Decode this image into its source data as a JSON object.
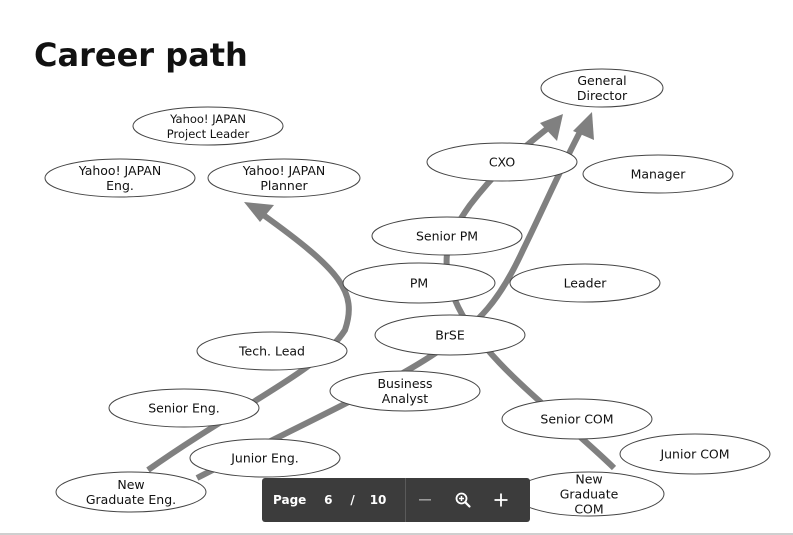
{
  "slide": {
    "title": "Career path"
  },
  "nodes": {
    "general_director": "General|Director",
    "yahoo_project_leader": "Yahoo! JAPAN|Project Leader",
    "yahoo_eng": "Yahoo! JAPAN|Eng.",
    "yahoo_planner": "Yahoo! JAPAN|Planner",
    "cxo": "CXO",
    "manager": "Manager",
    "senior_pm": "Senior PM",
    "pm": "PM",
    "leader": "Leader",
    "brse": "BrSE",
    "tech_lead": "Tech. Lead",
    "business_analyst": "Business|Analyst",
    "senior_eng": "Senior Eng.",
    "senior_com": "Senior COM",
    "junior_eng": "Junior Eng.",
    "junior_com": "Junior COM",
    "new_graduate_eng": "New|Graduate Eng.",
    "new_graduate_com": "New|Graduate|COM"
  },
  "toolbar": {
    "page_label": "Page",
    "current_page": "6",
    "separator": "/",
    "total_pages": "10",
    "zoom_out_icon": "minus-icon",
    "zoom_fit_icon": "zoom-icon",
    "zoom_in_icon": "plus-icon"
  },
  "colors": {
    "path": "#808080",
    "toolbar_bg": "#3c3c3c",
    "ellipse_stroke": "#444444"
  }
}
